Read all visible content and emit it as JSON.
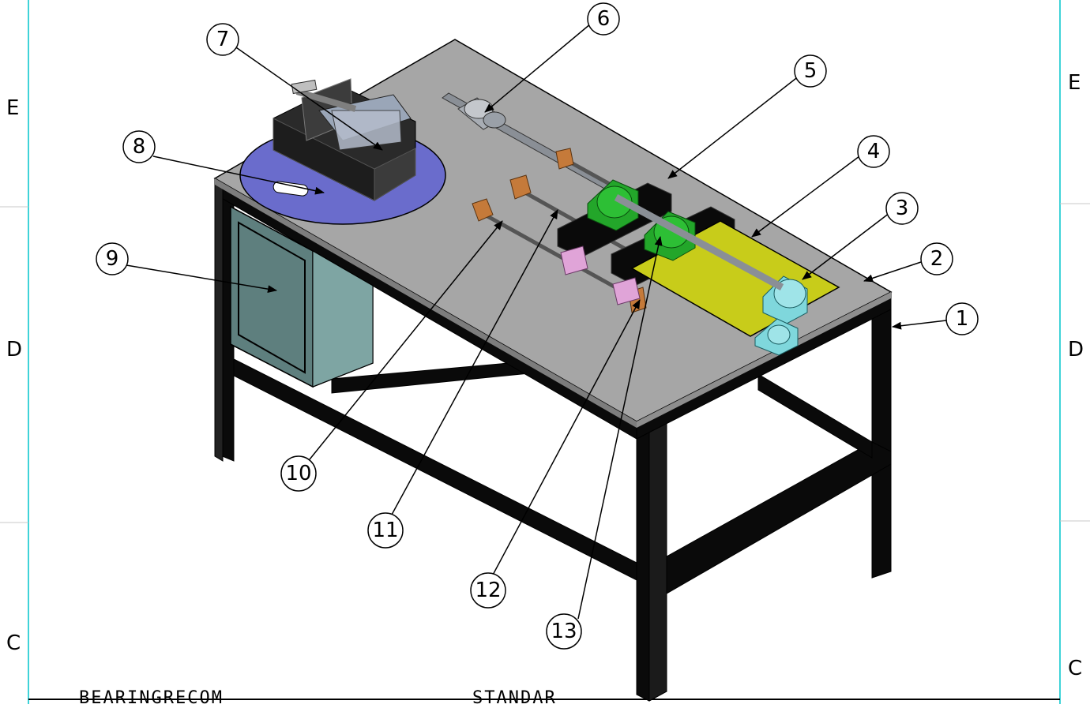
{
  "zone_letters": {
    "left_top": "E",
    "left_mid": "D",
    "left_bottom": "C",
    "right_top": "E",
    "right_mid": "D",
    "right_bottom": "C"
  },
  "callouts": [
    "1",
    "2",
    "3",
    "4",
    "5",
    "6",
    "7",
    "8",
    "9",
    "10",
    "11",
    "12",
    "13"
  ],
  "colors": {
    "frame_border": "#3fd3d8",
    "table_top": "#a6a6a6",
    "table_frame": "#0a0a0a",
    "cabinet": "#7a9f9e",
    "turntable": "#6a6ccc",
    "plate": "#c8cc1a",
    "bearing_green": "#23a62a",
    "pillow_block": "#7fd7dc",
    "shaft": "#8a8f96",
    "brown_block": "#c57a3a",
    "pink_block": "#e0a4d8"
  },
  "bottom_text": {
    "left": "BEARINGRECOM",
    "right": "STANDAR"
  }
}
